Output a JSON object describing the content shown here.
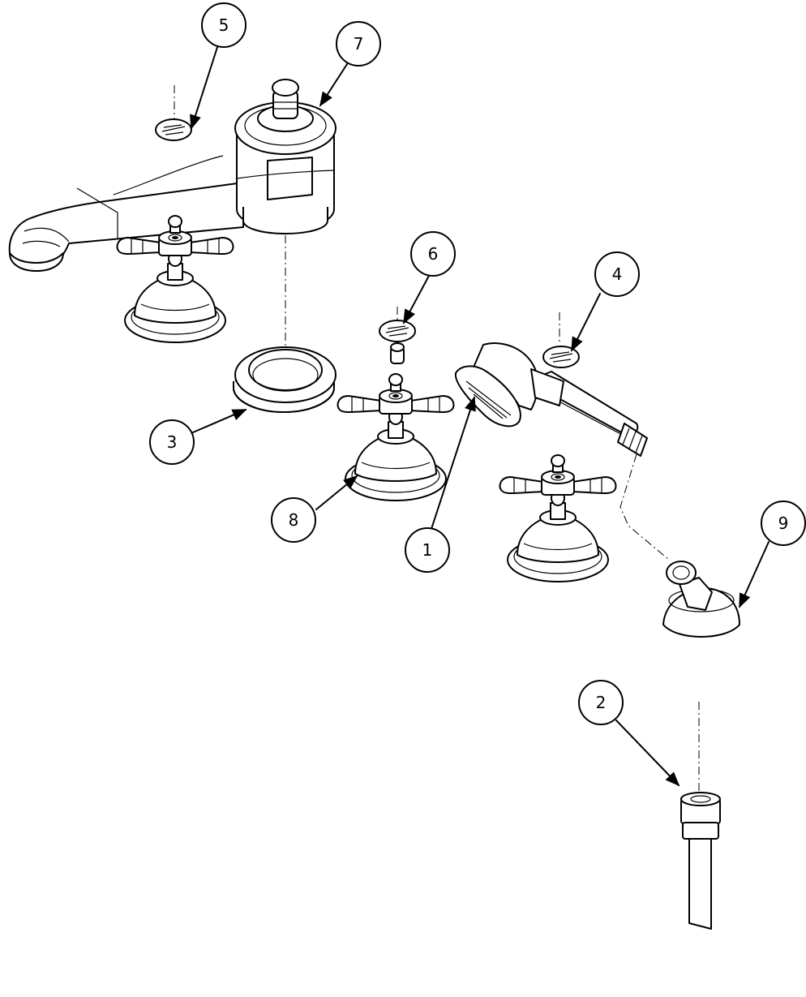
{
  "diagram": {
    "callouts": [
      {
        "id": "callout-1",
        "label": "1"
      },
      {
        "id": "callout-2",
        "label": "2"
      },
      {
        "id": "callout-3",
        "label": "3"
      },
      {
        "id": "callout-4",
        "label": "4"
      },
      {
        "id": "callout-5",
        "label": "5"
      },
      {
        "id": "callout-6",
        "label": "6"
      },
      {
        "id": "callout-7",
        "label": "7"
      },
      {
        "id": "callout-8",
        "label": "8"
      },
      {
        "id": "callout-9",
        "label": "9"
      }
    ],
    "parts": [
      "tub-spout",
      "cross-handle-valve",
      "spout-escutcheon",
      "handshower",
      "handshower-holder",
      "shower-hose",
      "index-button"
    ],
    "colors": {
      "line": "#000000",
      "background": "#ffffff"
    }
  }
}
